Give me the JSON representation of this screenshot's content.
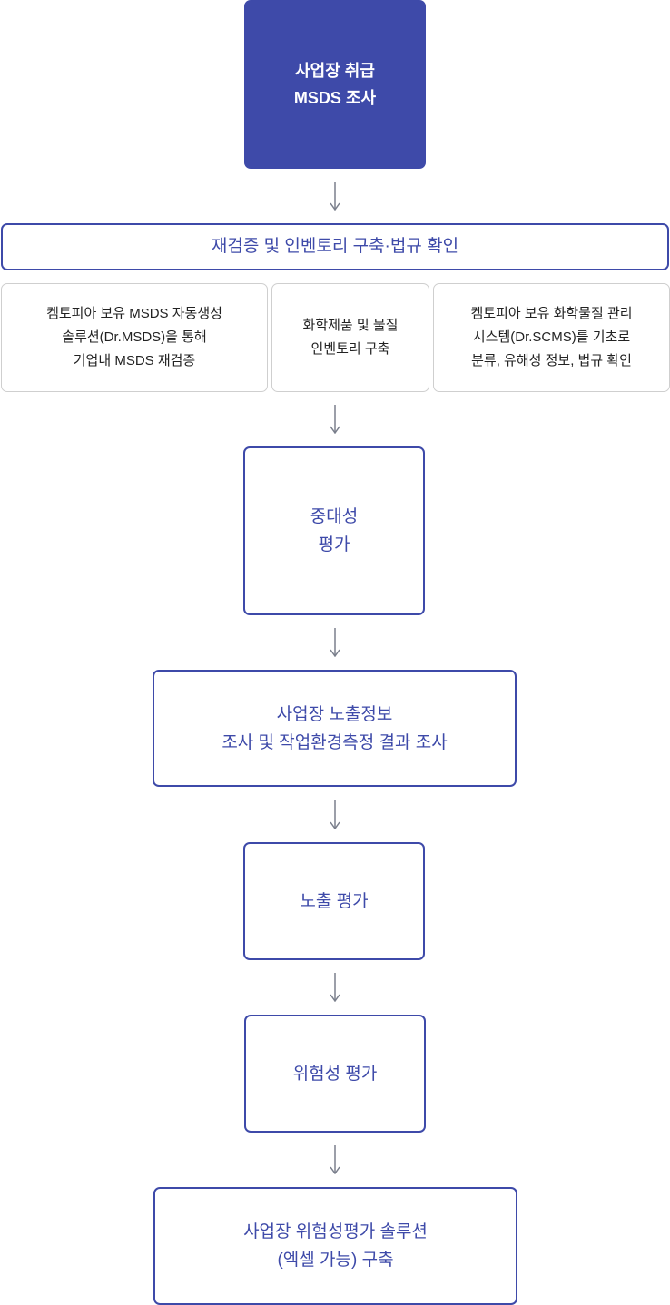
{
  "flow": {
    "start": {
      "lines": [
        "사업장 취급",
        "MSDS 조사"
      ]
    },
    "verify_banner": {
      "label": "재검증 및 인벤토리 구축·법규 확인"
    },
    "details": [
      {
        "lines": [
          "켐토피아 보유 MSDS 자동생성",
          "솔루션(Dr.MSDS)을 통해",
          "기업내 MSDS 재검증"
        ]
      },
      {
        "lines": [
          "화학제품 및 물질",
          "인벤토리 구축"
        ]
      },
      {
        "lines": [
          "켐토피아 보유 화학물질 관리",
          "시스템(Dr.SCMS)를 기초로",
          "분류, 유해성 정보, 법규 확인"
        ]
      }
    ],
    "steps": [
      {
        "lines": [
          "중대성",
          "평가"
        ]
      },
      {
        "lines": [
          "사업장 노출정보",
          "조사 및 작업환경측정 결과 조사"
        ]
      },
      {
        "lines": [
          "노출 평가"
        ]
      },
      {
        "lines": [
          "위험성 평가"
        ]
      },
      {
        "lines": [
          "사업장 위험성평가 솔루션",
          "(엑셀 가능) 구축"
        ]
      }
    ]
  },
  "colors": {
    "primary": "#3e4aa9",
    "detail_border": "#cfcfcf",
    "arrow": "#7a7f8c"
  }
}
